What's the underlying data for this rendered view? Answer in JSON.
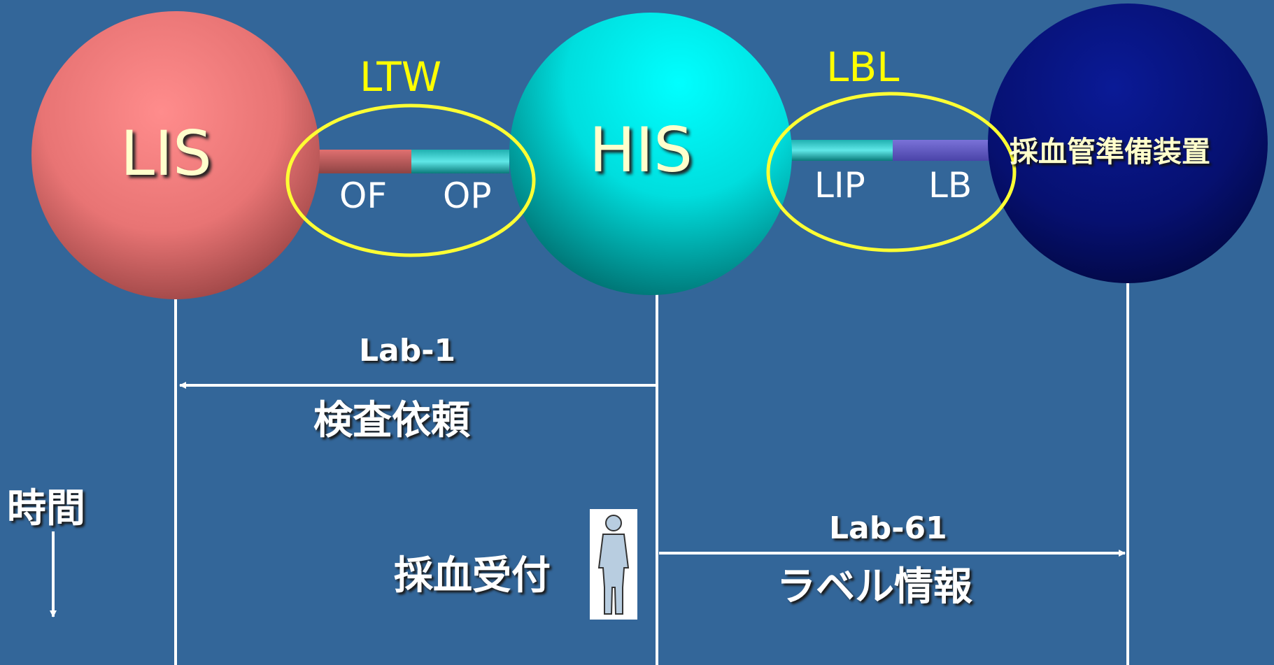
{
  "systems": {
    "lis": "LIS",
    "his": "HIS",
    "device": "採血管準備装置"
  },
  "profiles": {
    "ltw": "LTW",
    "lbl": "LBL"
  },
  "actors": {
    "of": "OF",
    "op": "OP",
    "lip": "LIP",
    "lb": "LB"
  },
  "messages": {
    "lab1_code": "Lab-1",
    "lab1_label": "検査依頼",
    "lab61_code": "Lab-61",
    "lab61_label": "ラベル情報"
  },
  "event_label": "採血受付",
  "time_label": "時間",
  "icons": {
    "person": "person-icon",
    "time_arrow": "down-arrow-icon"
  },
  "colors": {
    "background": "#336699",
    "lis": "#f07878",
    "his": "#00eeee",
    "device": "#000080",
    "profile_ring": "#ffff33",
    "text": "#ffffff"
  }
}
